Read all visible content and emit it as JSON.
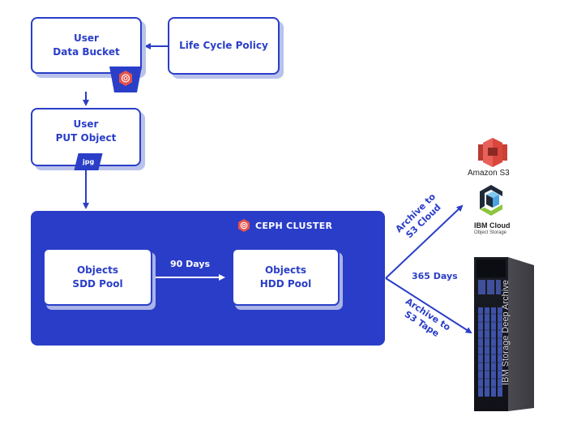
{
  "diagram": {
    "nodes": {
      "user_bucket": {
        "line1": "User",
        "line2": "Data Bucket"
      },
      "lifecycle_policy": {
        "label": "Life Cycle Policy"
      },
      "user_put": {
        "line1": "User",
        "line2": "PUT Object"
      },
      "file_badge": {
        "label": "jpg"
      },
      "cluster": {
        "title": "CEPH CLUSTER"
      },
      "sdd_pool": {
        "line1": "Objects",
        "line2": "SDD Pool"
      },
      "hdd_pool": {
        "line1": "Objects",
        "line2": "HDD Pool"
      }
    },
    "edges": {
      "tier_transition": {
        "label": "90 Days"
      },
      "archive_days": {
        "label": "365 Days"
      },
      "archive_cloud": {
        "line1": "Archive to",
        "line2": "S3 Cloud"
      },
      "archive_tape": {
        "line1": "Archive to",
        "line2": "S3 Tape"
      }
    },
    "targets": {
      "amazon_s3": {
        "label": "Amazon S3"
      },
      "ibm_cloud": {
        "line1": "IBM Cloud",
        "line2": "Object Storage"
      },
      "deep_archive": {
        "label": "IBM Storage Deep Archive"
      }
    },
    "colors": {
      "primary": "#2a3ec8",
      "shadow": "#b9c2ea",
      "ceph_red": "#e8534a",
      "aws_red": "#d9473c",
      "ibm_green": "#8cc63f",
      "ibm_blue": "#4aa3df",
      "ibm_dark": "#1e2a3a"
    }
  }
}
